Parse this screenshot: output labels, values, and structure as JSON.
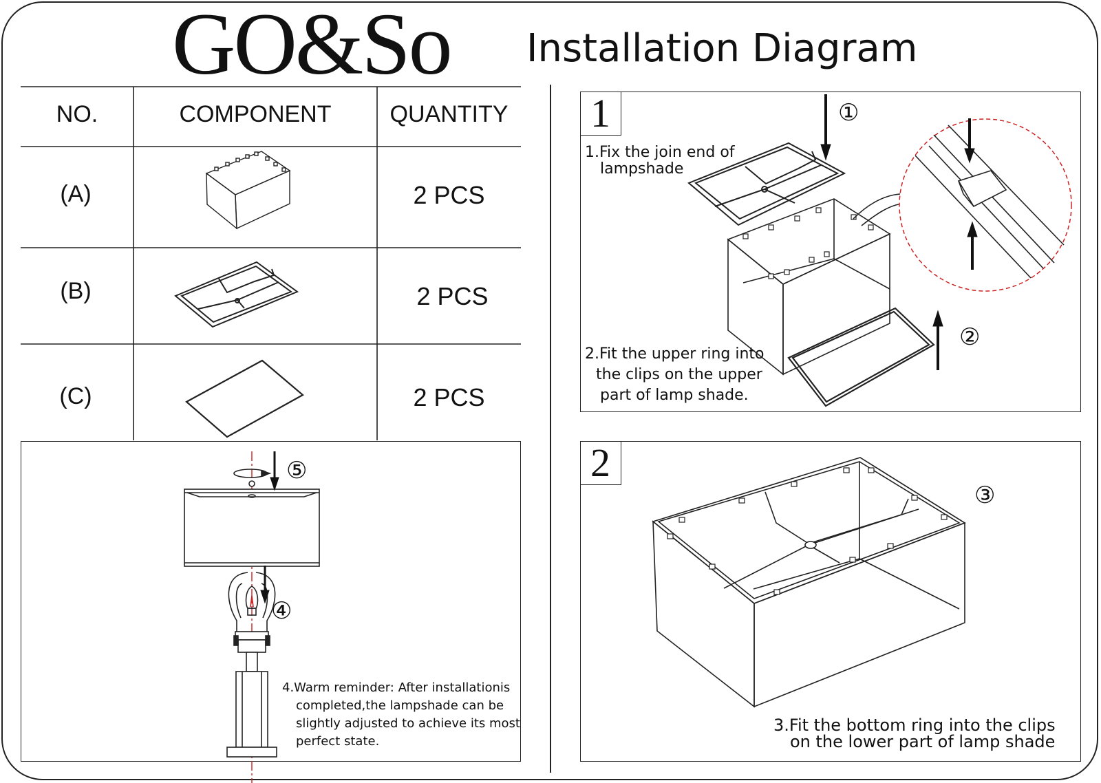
{
  "header": {
    "brand": "GO&So",
    "title": "Installation Diagram"
  },
  "table": {
    "columns": [
      "NO.",
      "COMPONENT",
      "QUANTITY"
    ],
    "rows": [
      {
        "no": "(A)",
        "component_icon": "lampshade-box-icon",
        "quantity": "2 PCS"
      },
      {
        "no": "(B)",
        "component_icon": "upper-ring-frame-icon",
        "quantity": "2 PCS"
      },
      {
        "no": "(C)",
        "component_icon": "bottom-ring-icon",
        "quantity": "2 PCS"
      }
    ]
  },
  "step1": {
    "number": "1",
    "note_top": [
      "1.Fix the join end of",
      "lampshade"
    ],
    "note_bottom": [
      "2.Fit the upper ring into",
      "the clips on the upper",
      "part of lamp shade."
    ],
    "marker_1": "①",
    "marker_2": "②"
  },
  "step2": {
    "number": "2",
    "note": [
      "3.Fit the bottom ring into the clips",
      "on the lower part of lamp shade"
    ],
    "marker_3": "③"
  },
  "lamp_panel": {
    "note": [
      "4.Warm reminder: After installationis",
      "completed,the lampshade can be",
      "slightly adjusted to achieve its most",
      "perfect state."
    ],
    "marker_4": "④",
    "marker_5": "⑤"
  },
  "colors": {
    "line": "#222222",
    "guide": "#cc2222"
  }
}
